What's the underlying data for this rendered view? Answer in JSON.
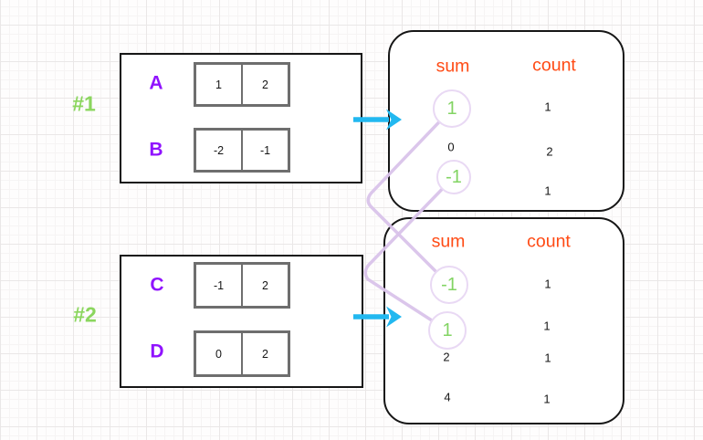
{
  "groups": [
    {
      "label": "#1",
      "rows": [
        {
          "name": "A",
          "cells": [
            "1",
            "2"
          ]
        },
        {
          "name": "B",
          "cells": [
            "-2",
            "-1"
          ]
        }
      ]
    },
    {
      "label": "#2",
      "rows": [
        {
          "name": "C",
          "cells": [
            "-1",
            "2"
          ]
        },
        {
          "name": "D",
          "cells": [
            "0",
            "2"
          ]
        }
      ]
    }
  ],
  "tables": [
    {
      "sum_header": "sum",
      "count_header": "count",
      "rows": [
        {
          "sum": "1",
          "count": "1",
          "highlighted": true
        },
        {
          "sum": "0",
          "count": "2",
          "highlighted": false
        },
        {
          "sum": "-1",
          "count": "1",
          "highlighted": true
        }
      ]
    },
    {
      "sum_header": "sum",
      "count_header": "count",
      "rows": [
        {
          "sum": "-1",
          "count": "1",
          "highlighted": true
        },
        {
          "sum": "1",
          "count": "1",
          "highlighted": true
        },
        {
          "sum": "2",
          "count": "1",
          "highlighted": false
        },
        {
          "sum": "4",
          "count": "1",
          "highlighted": false
        }
      ]
    }
  ],
  "connections": {
    "links": [
      {
        "from_table": "#1",
        "from_sum": "1",
        "to_table": "#2",
        "to_sum": "-1"
      },
      {
        "from_table": "#1",
        "from_sum": "-1",
        "to_table": "#2",
        "to_sum": "1"
      }
    ]
  },
  "icons": {
    "arrow_1": "right-arrow",
    "arrow_2": "right-arrow"
  },
  "colors": {
    "group_label_green": "#8bd65e",
    "row_letter_purple": "#9013fe",
    "header_orange": "#ff4b15",
    "highlight_green": "#82d463",
    "connector_lavender": "#d9c3ea",
    "circle_lavender": "#e9d9f4",
    "arrow_cyan": "#22b8f0"
  }
}
